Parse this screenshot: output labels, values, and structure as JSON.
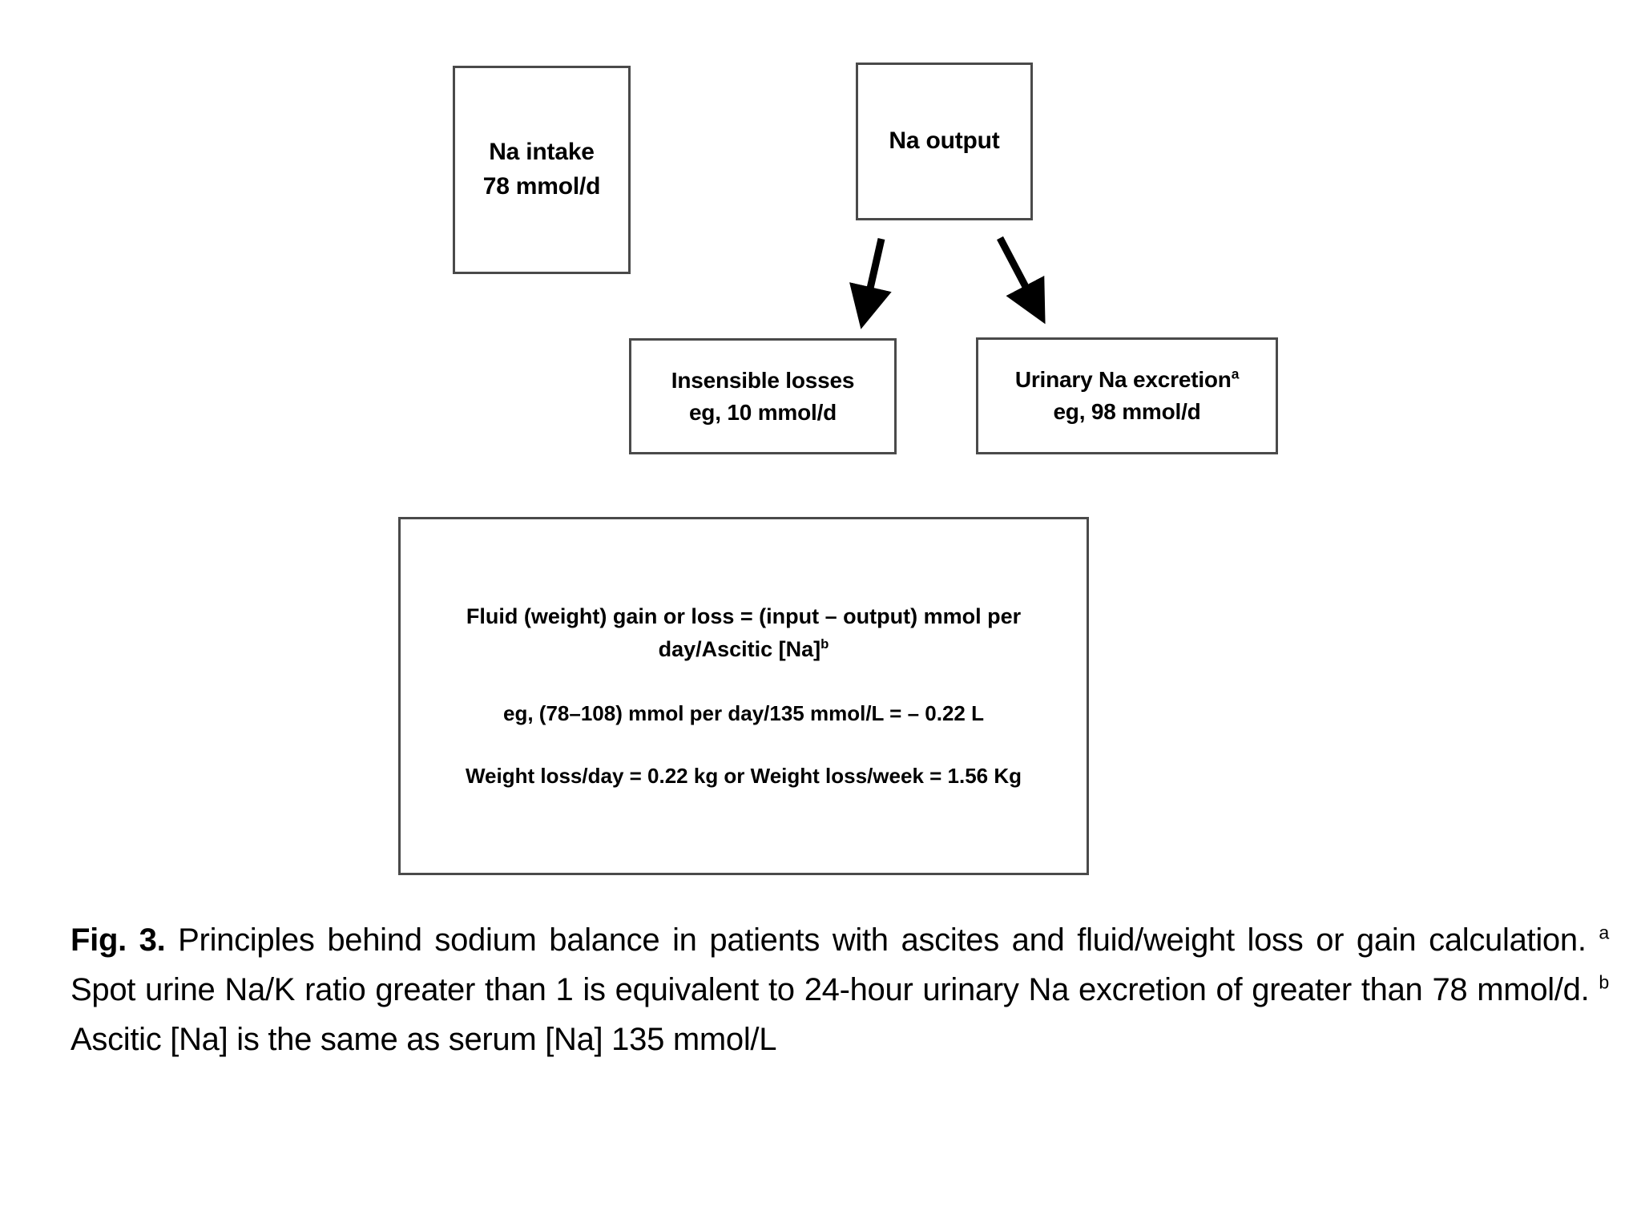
{
  "figure": {
    "label": "Fig. 3.",
    "nodes": {
      "na_intake": {
        "line1": "Na intake",
        "line2": "78 mmol/d"
      },
      "na_output": {
        "line1": "Na output"
      },
      "insensible_losses": {
        "line1": "Insensible losses",
        "line2": "eg, 10 mmol/d"
      },
      "urinary_excretion": {
        "line1": "Urinary Na excretion",
        "line1_sup": "a",
        "line2": "eg, 98 mmol/d"
      }
    },
    "formula": {
      "line1": "Fluid (weight) gain or loss = (input – output) mmol per day/Ascitic [Na]",
      "line1_sup": "b",
      "line2": "eg, (78–108) mmol per day/135 mmol/L = – 0.22 L",
      "line3": "Weight loss/day = 0.22 kg or Weight loss/week = 1.56 Kg"
    },
    "arrows": [
      {
        "name": "arrow-output-to-insensible",
        "from": "na_output",
        "to": "insensible_losses"
      },
      {
        "name": "arrow-output-to-urinary",
        "from": "na_output",
        "to": "urinary_excretion"
      }
    ],
    "caption": {
      "text_part1": " Principles behind sodium balance in patients with ascites and fluid/weight loss or gain calculation. ",
      "footnote_a_marker": "a",
      "text_part2": " Spot urine Na/K ratio greater than 1 is equivalent to 24-hour urinary Na excretion of greater than 78 mmol/d. ",
      "footnote_b_marker": "b",
      "text_part3": " Ascitic [Na] is the same as serum [Na] 135 mmol/L"
    },
    "colors": {
      "border": "#4a4a4a",
      "text": "#000000",
      "background": "#ffffff",
      "arrow": "#000000"
    }
  }
}
